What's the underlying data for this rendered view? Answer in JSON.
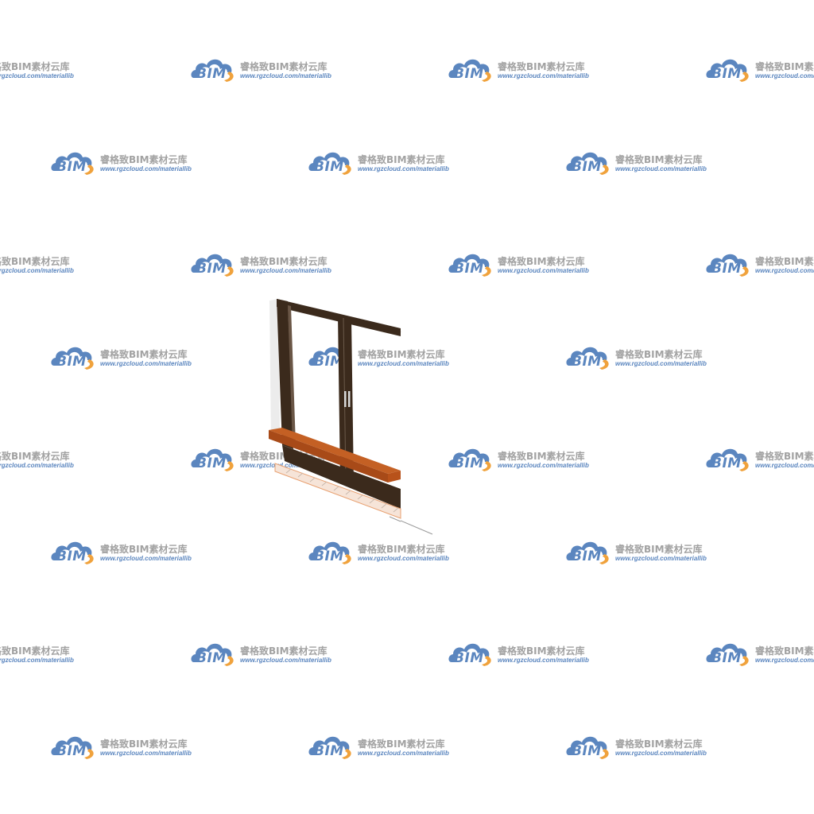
{
  "watermark": {
    "logo_text": "BIM",
    "title": "睿格致BIM素材云库",
    "url": "www.rgzcloud.com/materiallib",
    "colors": {
      "cloud_blue": "#5b86bf",
      "swoosh_orange": "#f0a23c",
      "title_gray": "#a2a2a2"
    }
  },
  "model": {
    "colors": {
      "frame": "#3b2a1c",
      "sill": "#b8521a",
      "base_line": "#e8a070"
    }
  }
}
